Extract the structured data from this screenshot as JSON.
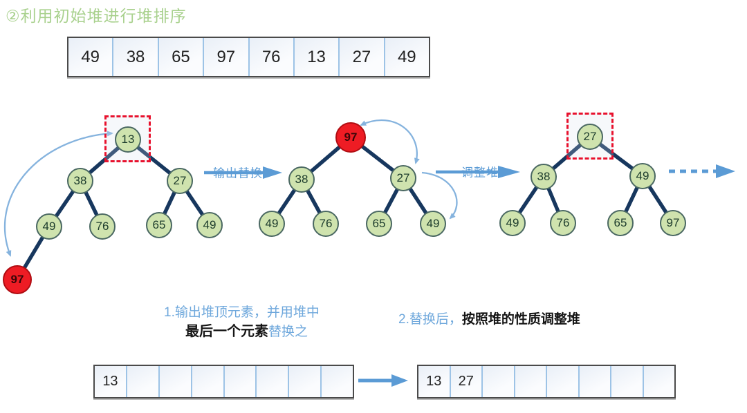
{
  "title": "②利用初始堆进行堆排序",
  "top_array": [
    "49",
    "38",
    "65",
    "97",
    "76",
    "13",
    "27",
    "49"
  ],
  "trees": [
    {
      "nodes": [
        "13",
        "38",
        "27",
        "49",
        "76",
        "65",
        "49",
        "97"
      ]
    },
    {
      "nodes": [
        "97",
        "38",
        "27",
        "49",
        "76",
        "65",
        "49"
      ]
    },
    {
      "nodes": [
        "27",
        "38",
        "49",
        "49",
        "76",
        "65",
        "97"
      ]
    }
  ],
  "arrows": {
    "replace_label": "输出替换",
    "adjust_label": "调整堆"
  },
  "notes": {
    "note1_line1": "1.输出堆顶元素，并用堆中",
    "note1_line2_black": "最后一个元素",
    "note1_line2_blue": "替换之",
    "note2_blue": "2.替换后，",
    "note2_black": "按照堆的性质调整堆"
  },
  "bottom_left_array": [
    "13",
    "",
    "",
    "",
    "",
    "",
    "",
    ""
  ],
  "bottom_right_array": [
    "13",
    "27",
    "",
    "",
    "",
    "",
    "",
    ""
  ],
  "colors": {
    "title_green": "#a9d18e",
    "arrow_blue": "#5b9bd5",
    "arc_blue": "#85b3de",
    "text_blue": "#6fa8dc",
    "node_fill": "#cfe3ae",
    "node_border": "#4a6862",
    "edge_navy": "#17375e",
    "red_node": "#ee1c24",
    "dashed_red": "#e8112d",
    "cell_divider": "#9dc3e6"
  }
}
